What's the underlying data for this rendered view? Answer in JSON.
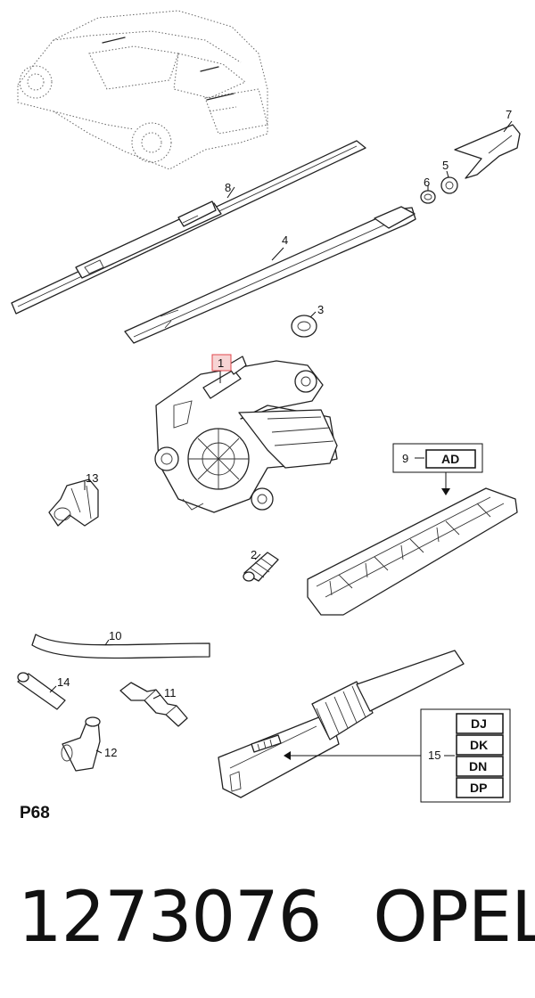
{
  "callouts": [
    {
      "id": "p1",
      "number": "1"
    },
    {
      "id": "p2",
      "number": "2"
    },
    {
      "id": "p3",
      "number": "3"
    },
    {
      "id": "p4",
      "number": "4"
    },
    {
      "id": "p5",
      "number": "5"
    },
    {
      "id": "p6",
      "number": "6"
    },
    {
      "id": "p7",
      "number": "7"
    },
    {
      "id": "p8",
      "number": "8"
    },
    {
      "id": "p10",
      "number": "10"
    },
    {
      "id": "p11",
      "number": "11"
    },
    {
      "id": "p12",
      "number": "12"
    },
    {
      "id": "p13",
      "number": "13"
    },
    {
      "id": "p14",
      "number": "14"
    }
  ],
  "variant_box_9": {
    "number": "9",
    "codes": [
      "AD"
    ]
  },
  "variant_box_15": {
    "number": "15",
    "codes": [
      "DJ",
      "DK",
      "DN",
      "DP"
    ]
  },
  "diagram_code": "P68",
  "footer": {
    "part_number": "1273076",
    "brand": "OPEL"
  },
  "colors": {
    "line": "#222222",
    "highlight": "#e0474c",
    "background": "#ffffff"
  }
}
